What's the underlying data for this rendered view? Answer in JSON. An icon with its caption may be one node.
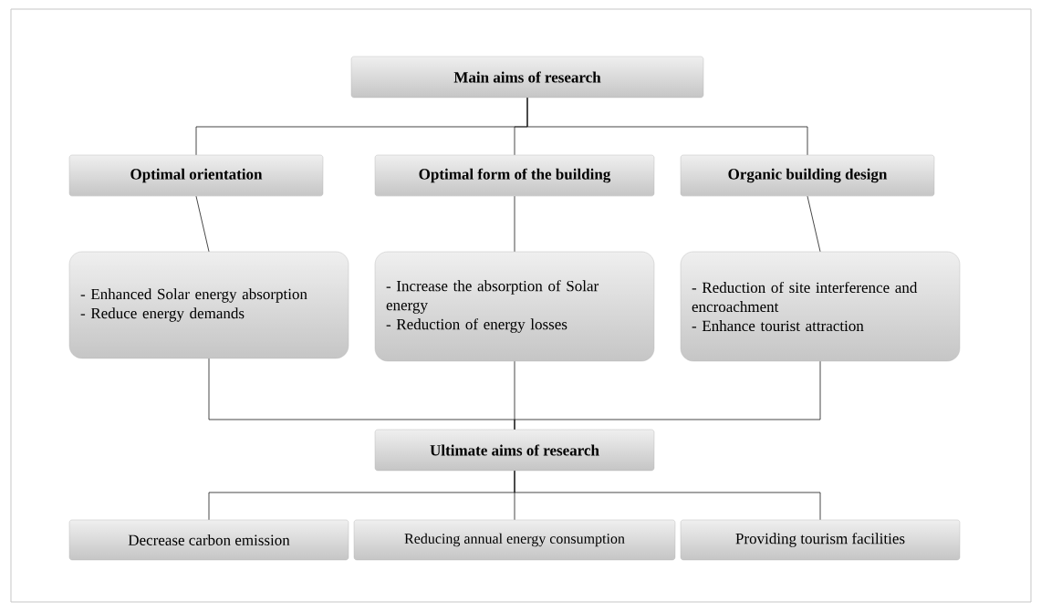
{
  "diagram": {
    "nodes": [
      {
        "text": [
          "Main aims of research"
        ]
      },
      {
        "text": [
          "Optimal orientation"
        ]
      },
      {
        "text": [
          "Optimal form of the building"
        ]
      },
      {
        "text": [
          "Organic building design"
        ]
      },
      {
        "text": [
          "- Enhanced Solar energy absorption",
          "- Reduce energy demands"
        ]
      },
      {
        "text": [
          "- Increase the absorption of Solar energy",
          "- Reduction of energy losses"
        ]
      },
      {
        "text": [
          "- Reduction of site interference and encroachment",
          "- Enhance tourist attraction"
        ]
      },
      {
        "text": [
          "Ultimate aims of research"
        ]
      },
      {
        "text": [
          "Decrease carbon emission"
        ]
      },
      {
        "text": [
          "Reducing annual energy consumption"
        ]
      },
      {
        "text": [
          "Providing tourism facilities"
        ]
      }
    ],
    "edges": [
      {
        "from": 0,
        "to": 1,
        "arrow": "none"
      },
      {
        "from": 0,
        "to": 2,
        "arrow": "none"
      },
      {
        "from": 0,
        "to": 3,
        "arrow": "none"
      },
      {
        "from": 1,
        "to": 4,
        "arrow": "none"
      },
      {
        "from": 2,
        "to": 5,
        "arrow": "none"
      },
      {
        "from": 3,
        "to": 6,
        "arrow": "none"
      },
      {
        "from": 4,
        "to": 7,
        "arrow": "none"
      },
      {
        "from": 5,
        "to": 7,
        "arrow": "none"
      },
      {
        "from": 6,
        "to": 7,
        "arrow": "none"
      },
      {
        "from": 7,
        "to": 8,
        "arrow": "none"
      },
      {
        "from": 7,
        "to": 9,
        "arrow": "none"
      },
      {
        "from": 7,
        "to": 10,
        "arrow": "none"
      }
    ]
  }
}
